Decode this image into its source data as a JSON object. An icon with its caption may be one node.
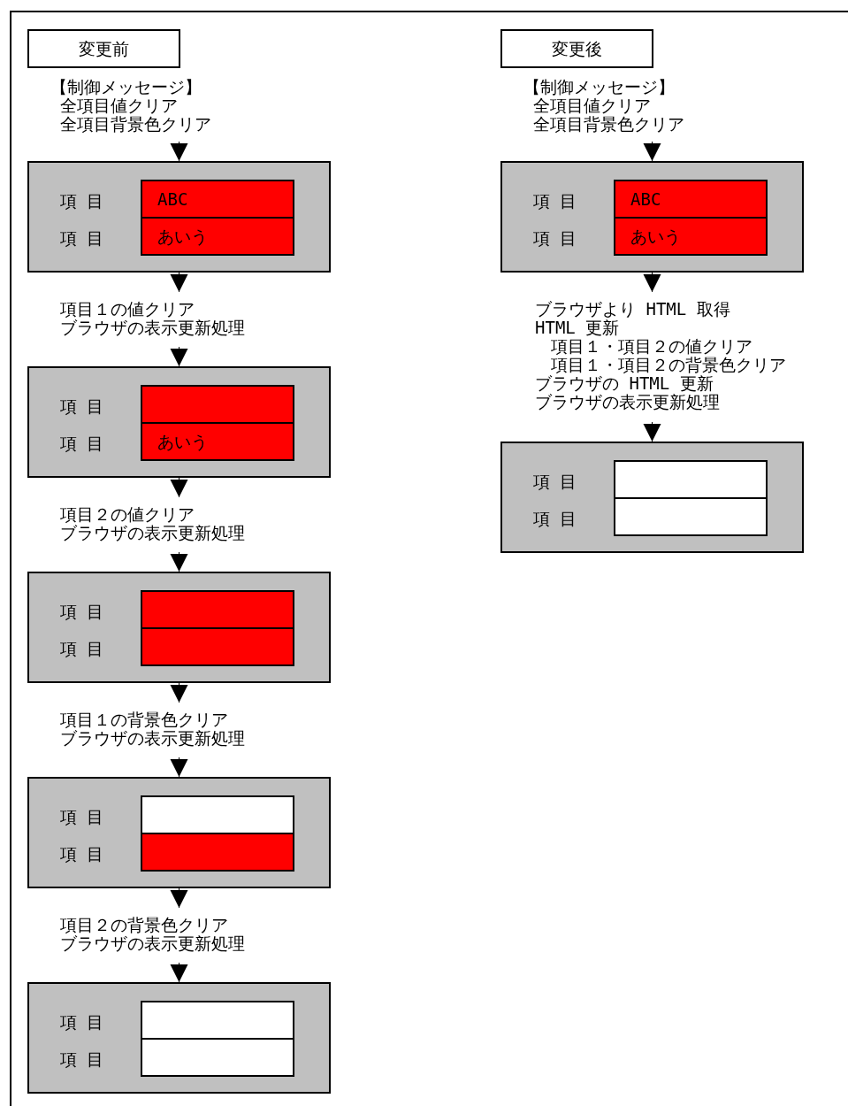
{
  "diagram": {
    "nodes": [
      {
        "text": [
          "変更前"
        ]
      },
      {
        "text": [
          "【制御メッセージ】",
          "全項目値クリア",
          "全項目背景色クリア"
        ]
      },
      {
        "text": [
          "項 目",
          "項 目"
        ]
      },
      {
        "text": [
          "ABC"
        ],
        "in": 2
      },
      {
        "text": [
          "あいう"
        ],
        "in": 2
      },
      {
        "text": [
          "項目１の値クリア",
          "ブラウザの表示更新処理"
        ]
      },
      {
        "text": [
          "項 目",
          "項 目"
        ]
      },
      {
        "text": [],
        "shape": "box",
        "in": 6
      },
      {
        "text": [
          "あいう"
        ],
        "in": 6
      },
      {
        "text": [
          "項目２の値クリア",
          "ブラウザの表示更新処理"
        ]
      },
      {
        "text": [
          "項 目",
          "項 目"
        ]
      },
      {
        "text": [],
        "shape": "box",
        "in": 10
      },
      {
        "text": [],
        "shape": "box",
        "in": 10
      },
      {
        "text": [
          "項目１の背景色クリア",
          "ブラウザの表示更新処理"
        ]
      },
      {
        "text": [
          "項 目",
          "項 目"
        ]
      },
      {
        "text": [],
        "shape": "box",
        "in": 14
      },
      {
        "text": [],
        "shape": "box",
        "in": 14
      },
      {
        "text": [
          "項目２の背景色クリア",
          "ブラウザの表示更新処理"
        ]
      },
      {
        "text": [
          "項 目",
          "項 目"
        ]
      },
      {
        "text": [],
        "shape": "box",
        "in": 18
      },
      {
        "text": [],
        "shape": "box",
        "in": 18
      },
      {
        "text": [
          "変更後"
        ]
      },
      {
        "text": [
          "【制御メッセージ】",
          "全項目値クリア",
          "全項目背景色クリア"
        ]
      },
      {
        "text": [
          "項 目",
          "項 目"
        ]
      },
      {
        "text": [
          "ABC"
        ],
        "in": 23
      },
      {
        "text": [
          "あいう"
        ],
        "in": 23
      },
      {
        "text": [
          "ブラウザより HTML 取得",
          "HTML 更新",
          "項目１・項目２の値クリア",
          "項目１・項目２の背景色クリア",
          "ブラウザの HTML 更新",
          "ブラウザの表示更新処理"
        ]
      },
      {
        "text": [
          "項 目",
          "項 目"
        ]
      },
      {
        "text": [],
        "shape": "box",
        "in": 27
      },
      {
        "text": [],
        "shape": "box",
        "in": 27
      }
    ],
    "edges": [
      {
        "from": 1,
        "to": 2,
        "arrow": "to"
      },
      {
        "from": 2,
        "to": 5,
        "arrow": "to"
      },
      {
        "from": 5,
        "to": 6,
        "arrow": "to"
      },
      {
        "from": 6,
        "to": 9,
        "arrow": "to"
      },
      {
        "from": 9,
        "to": 10,
        "arrow": "to"
      },
      {
        "from": 10,
        "to": 13,
        "arrow": "to"
      },
      {
        "from": 13,
        "to": 14,
        "arrow": "to"
      },
      {
        "from": 14,
        "to": 17,
        "arrow": "to"
      },
      {
        "from": 17,
        "to": 18,
        "arrow": "to"
      },
      {
        "from": 22,
        "to": 23,
        "arrow": "to"
      },
      {
        "from": 23,
        "to": 26,
        "arrow": "to"
      },
      {
        "from": 26,
        "to": 27,
        "arrow": "to"
      }
    ]
  }
}
